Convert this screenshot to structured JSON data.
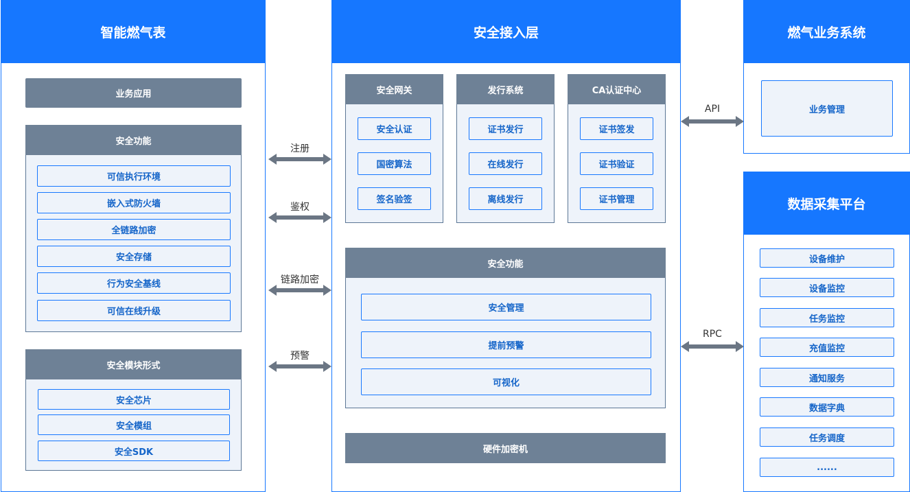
{
  "smart_meter": {
    "title": "智能燃气表",
    "business_app": "业务应用",
    "security_functions": {
      "title": "安全功能",
      "items": [
        "可信执行环境",
        "嵌入式防火墙",
        "全链路加密",
        "安全存储",
        "行为安全基线",
        "可信在线升级"
      ]
    },
    "security_modules": {
      "title": "安全模块形式",
      "items": [
        "安全芯片",
        "安全模组",
        "安全SDK"
      ]
    }
  },
  "left_arrows": [
    "注册",
    "鉴权",
    "链路加密",
    "预警"
  ],
  "access_layer": {
    "title": "安全接入层",
    "gateway": {
      "title": "安全网关",
      "items": [
        "安全认证",
        "国密算法",
        "签名验签"
      ]
    },
    "issuing": {
      "title": "发行系统",
      "items": [
        "证书发行",
        "在线发行",
        "离线发行"
      ]
    },
    "ca": {
      "title": "CA认证中心",
      "items": [
        "证书签发",
        "证书验证",
        "证书管理"
      ]
    },
    "functions": {
      "title": "安全功能",
      "items": [
        "安全管理",
        "提前预警",
        "可视化"
      ]
    },
    "hsm": "硬件加密机"
  },
  "right_arrows": [
    "API",
    "RPC"
  ],
  "gas_business": {
    "title": "燃气业务系统",
    "items": [
      "业务管理"
    ]
  },
  "data_platform": {
    "title": "数据采集平台",
    "items": [
      "设备维护",
      "设备监控",
      "任务监控",
      "充值监控",
      "通知服务",
      "数据字典",
      "任务调度",
      "......"
    ]
  },
  "colors": {
    "primary": "#1677ff",
    "group_header": "#6e8196",
    "group_bg": "#eef3fa",
    "arrow": "#6b7684"
  }
}
